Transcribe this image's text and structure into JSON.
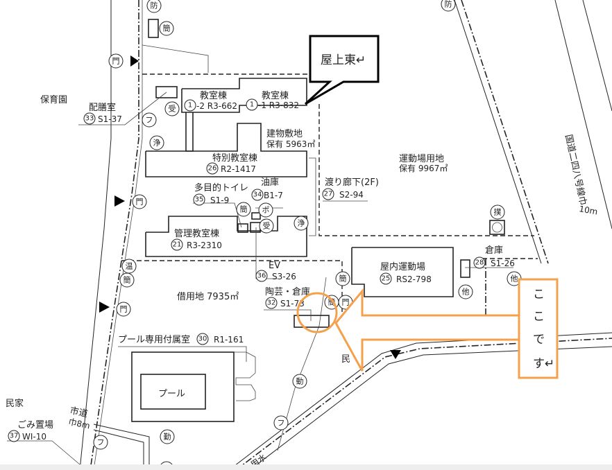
{
  "callouts": {
    "rooftop": "屋上東↵",
    "here_chars": [
      "こ",
      "こ",
      "で",
      "す↵"
    ]
  },
  "colors": {
    "highlight": "#f5a04a",
    "line": "#222222"
  },
  "areas": {
    "nursery": "保育園",
    "building_site": [
      "建物敷地",
      "保有 5963㎡"
    ],
    "sports_site": [
      "運動場用地",
      "保有 9967㎡"
    ],
    "leased_land": "借用地 7935㎡",
    "private_house_1": "民家",
    "private_house_2": "民",
    "city_road": [
      "市道",
      "巾8m"
    ],
    "national_road": [
      "国道二四八号線巾",
      "10m"
    ],
    "pool": "プール",
    "bottom_road": "用水"
  },
  "buildings": [
    {
      "name": "教室棟",
      "num": "1",
      "code": "-2 R3-662"
    },
    {
      "name": "教室棟",
      "num": "1",
      "code": "-1 R3-832"
    },
    {
      "name": "配膳室",
      "num": "33",
      "code": "S1-37"
    },
    {
      "name": "特別教室棟",
      "num": "26",
      "code": "R2-1417"
    },
    {
      "name": "多目的トイレ",
      "num": "35",
      "code": "S1-9"
    },
    {
      "name": "油庫",
      "num": "34",
      "code": "B1-7"
    },
    {
      "name": "管理教室棟",
      "num": "21",
      "code": "R3-2310"
    },
    {
      "name": "渡り廊下(2F)",
      "num": "27",
      "code": "S2-94"
    },
    {
      "name": "EV",
      "num": "36",
      "code": "S3-26"
    },
    {
      "name": "陶芸・倉庫",
      "num": "32",
      "code": "S1-73"
    },
    {
      "name": "屋内運動場",
      "num": "25",
      "code": "RS2-798"
    },
    {
      "name": "倉庫",
      "num": "28",
      "code": "S1-26"
    },
    {
      "name": "プール専用付属室",
      "num": "30",
      "code": "R1-161"
    },
    {
      "name": "ごみ置場",
      "num": "37",
      "code": "WI-10"
    }
  ],
  "symbols": [
    "防",
    "簡",
    "門",
    "受",
    "フ",
    "浄",
    "門",
    "簡",
    "ポ",
    "受",
    "浄",
    "温",
    "簡",
    "門",
    "簡",
    "簡",
    "門",
    "動",
    "フ",
    "勤",
    "撲",
    "他",
    "他",
    "防",
    "フ"
  ]
}
